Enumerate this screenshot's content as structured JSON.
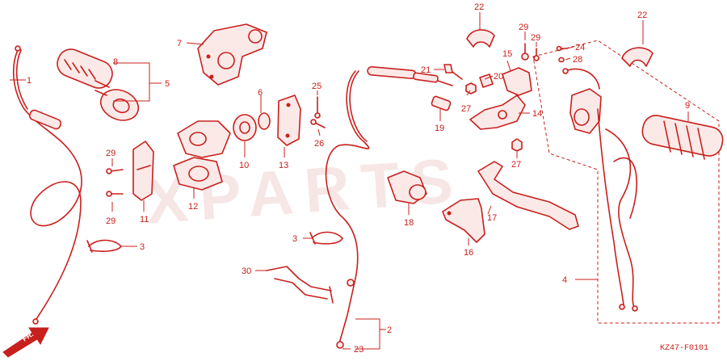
{
  "diagram": {
    "code": "KZ47-F0101",
    "orientation_label": "FR.",
    "watermark": "XPARTS",
    "accent_color": "#c8201c",
    "callouts": [
      {
        "id": "c1",
        "label": "1"
      },
      {
        "id": "c2",
        "label": "2"
      },
      {
        "id": "c3a",
        "label": "3"
      },
      {
        "id": "c3b",
        "label": "3"
      },
      {
        "id": "c4",
        "label": "4"
      },
      {
        "id": "c5",
        "label": "5"
      },
      {
        "id": "c6",
        "label": "6"
      },
      {
        "id": "c7",
        "label": "7"
      },
      {
        "id": "c8",
        "label": "8"
      },
      {
        "id": "c9",
        "label": "9"
      },
      {
        "id": "c10",
        "label": "10"
      },
      {
        "id": "c11",
        "label": "11"
      },
      {
        "id": "c12",
        "label": "12"
      },
      {
        "id": "c13",
        "label": "13"
      },
      {
        "id": "c14",
        "label": "14"
      },
      {
        "id": "c15",
        "label": "15"
      },
      {
        "id": "c16",
        "label": "16"
      },
      {
        "id": "c17",
        "label": "17"
      },
      {
        "id": "c18",
        "label": "18"
      },
      {
        "id": "c19",
        "label": "19"
      },
      {
        "id": "c20",
        "label": "20"
      },
      {
        "id": "c21",
        "label": "21"
      },
      {
        "id": "c22a",
        "label": "22"
      },
      {
        "id": "c22b",
        "label": "22"
      },
      {
        "id": "c23",
        "label": "23"
      },
      {
        "id": "c24",
        "label": "24"
      },
      {
        "id": "c25",
        "label": "25"
      },
      {
        "id": "c26",
        "label": "26"
      },
      {
        "id": "c27a",
        "label": "27"
      },
      {
        "id": "c27b",
        "label": "27"
      },
      {
        "id": "c28",
        "label": "28"
      },
      {
        "id": "c29a",
        "label": "29"
      },
      {
        "id": "c29b",
        "label": "29"
      },
      {
        "id": "c29c",
        "label": "29"
      },
      {
        "id": "c29d",
        "label": "29"
      },
      {
        "id": "c30",
        "label": "30"
      }
    ]
  }
}
